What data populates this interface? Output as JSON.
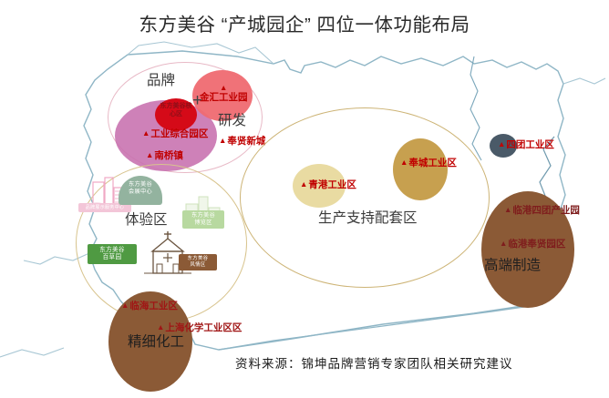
{
  "title": "东方美谷  “产城园企” 四位一体功能布局",
  "source_note": "资料来源：锦坤品牌营销专家团队相关研究建议",
  "colors": {
    "map_outline": "#8fb6c6",
    "brand_ring": "#e8b9c6",
    "brand_core_outer": "#c munic",
    "magenta": "#c96fae",
    "crimson": "#cf1020",
    "salmon": "#ee6b72",
    "tan_ring": "#c9a96a",
    "tan_light": "#e6d79a",
    "tan_dark": "#c49a4e",
    "brown": "#8b5a36",
    "slate": "#4a5a68",
    "label_red": "#c00000"
  },
  "zones": {
    "brand_label": "品牌",
    "rnd_label": "研发",
    "plus_symbol": "+",
    "experience_label": "体验区",
    "production_label": "生产支持配套区",
    "high_end_label": "高端制造",
    "fine_chemical_label": "精细化工"
  },
  "markers": [
    {
      "name": "金汇工业园",
      "label": "金汇工业园"
    },
    {
      "name": "工业综合园区",
      "label": "工业综合园区"
    },
    {
      "name": "东方美谷核心区",
      "label": "东方美谷核心区"
    },
    {
      "name": "南桥镇",
      "label": "南桥镇"
    },
    {
      "name": "奉贤新城",
      "label": "奉贤新城"
    },
    {
      "name": "青港工业区",
      "label": "青港工业区"
    },
    {
      "name": "奉城工业区",
      "label": "奉城工业区"
    },
    {
      "name": "四团工业区",
      "label": "四团工业区"
    },
    {
      "name": "临港四团产业园",
      "label": "临港四团产业园"
    },
    {
      "name": "临港奉贤园区",
      "label": "临港奉贤园区"
    },
    {
      "name": "临海工业区",
      "label": "临海工业区"
    },
    {
      "name": "上海化学工业区区",
      "label": "上海化学工业区区"
    }
  ],
  "experience_tags": [
    {
      "name": "品牌展示服务中心",
      "label": "品牌展示服务中心",
      "color": "#f3c6d8"
    },
    {
      "name": "东方美谷会展中心",
      "label": "东方美谷\n会展中心",
      "line1": "东方美谷",
      "line2": "会展中心",
      "color": "#93b39f"
    },
    {
      "name": "东方美谷博览区",
      "label": "东方美谷博览区",
      "line1": "东方美谷",
      "line2": "博览区",
      "color": "#b8d9a0"
    },
    {
      "name": "东方美谷百草园",
      "label": "东方美谷百草园",
      "line1": "东方美谷",
      "line2": "百草园",
      "color": "#5aa14a"
    },
    {
      "name": "东方美谷风情区",
      "label": "东方美谷风情区",
      "line1": "东方美谷",
      "line2": "风情区",
      "color": "#8b5a36"
    }
  ],
  "triangle_glyph": "▲"
}
